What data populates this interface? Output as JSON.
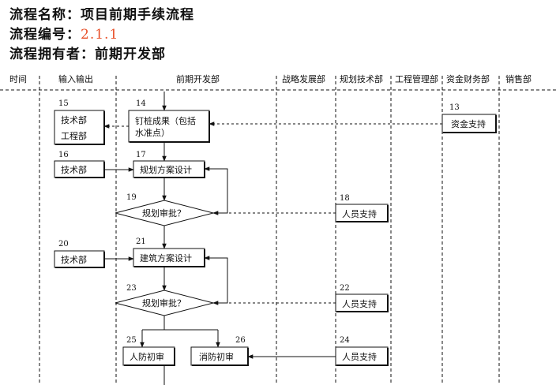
{
  "header": {
    "name_label": "流程名称：",
    "name_value": "项目前期手续流程",
    "code_label": "流程编号：",
    "code_value": "2.1.1",
    "owner_label": "流程拥有者：",
    "owner_value": "前期开发部"
  },
  "lanes": [
    "时间",
    "输入输出",
    "前期开发部",
    "战略发展部",
    "规划技术部",
    "工程管理部",
    "资金财务部",
    "销售部"
  ],
  "nodes": {
    "n13": {
      "num": "13",
      "text": "资金支持"
    },
    "n14": {
      "num": "14",
      "line1": "钉桩成果（包括",
      "line2": "水准点）"
    },
    "n15": {
      "num": "15",
      "line1": "技术部",
      "line2": "工程部"
    },
    "n16": {
      "num": "16",
      "text": "技术部"
    },
    "n17": {
      "num": "17",
      "text": "规划方案设计"
    },
    "n18": {
      "num": "18",
      "text": "人员支持"
    },
    "n19": {
      "num": "19",
      "text": "规划审批？"
    },
    "n20": {
      "num": "20",
      "text": "技术部"
    },
    "n21": {
      "num": "21",
      "text": "建筑方案设计"
    },
    "n22": {
      "num": "22",
      "text": "人员支持"
    },
    "n23": {
      "num": "23",
      "text": "规划审批？"
    },
    "n24": {
      "num": "24",
      "text": "人员支持"
    },
    "n25": {
      "num": "25",
      "text": "人防初审"
    },
    "n26": {
      "num": "26",
      "text": "消防初审"
    }
  },
  "colors": {
    "line": "#111111",
    "accent": "#e8502a",
    "background": "#ffffff"
  }
}
